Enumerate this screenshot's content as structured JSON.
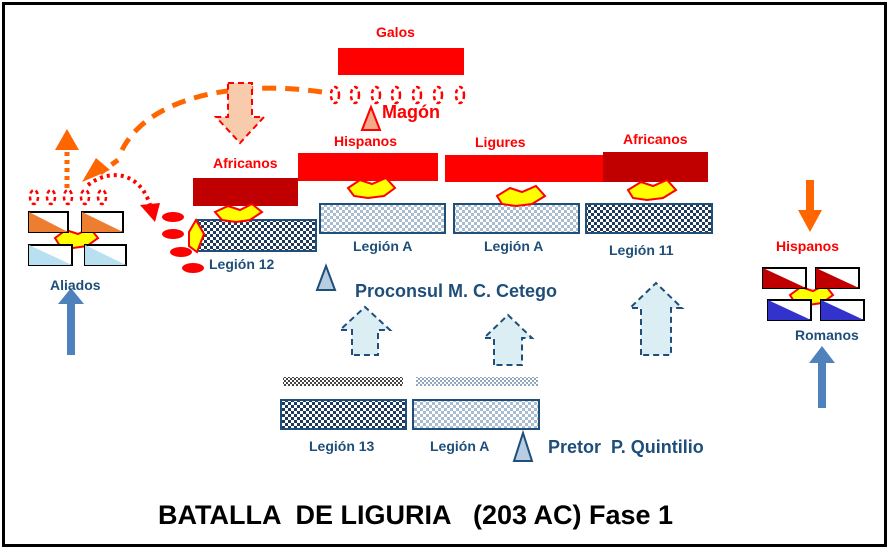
{
  "title": "BATALLA  DE LIGURIA   (203 AC) Fase 1",
  "labels": {
    "galos": "Galos",
    "magon": "Magón",
    "hispanos_center": "Hispanos",
    "ligures": "Ligures",
    "africanos_right": "Africanos",
    "africanos_left": "Africanos",
    "hispanos_right": "Hispanos",
    "aliados": "Aliados",
    "romanos": "Romanos",
    "legion_12": "Legión 12",
    "legion_a_1": "Legión A",
    "legion_a_2": "Legión A",
    "legion_11": "Legión 11",
    "legion_13": "Legión 13",
    "legion_a_3": "Legión A",
    "proconsul": "Proconsul M. C. Cetego",
    "pretor": "Pretor  P. Quintilio"
  },
  "colors": {
    "carthage_red": "#ff0000",
    "carthage_dark": "#c00000",
    "roman_blue": "#1f4e79",
    "arrow_orange": "#ff6600",
    "arrow_blue": "#4f81bd",
    "ally_orange": "#ed7d31",
    "ally_lightblue": "#b8e0f0",
    "clash_yellow": "#ffff00"
  }
}
